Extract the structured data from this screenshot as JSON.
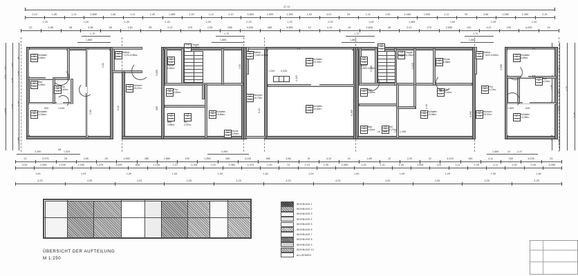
{
  "drawing": {
    "type": "architectural-floor-plan",
    "scale_main": "1:100",
    "overall_width": "47,13",
    "caption_line1": "ÜBERSICHT DER AUFTEILUNG",
    "caption_line2": "M 1:250"
  },
  "dimensions": {
    "overall_top": "47,13",
    "chain_top_1": [
      "2,13",
      "1,36",
      "1,14",
      "3,855",
      "1,08",
      "1,11",
      "1,49",
      "1,485",
      "1,50",
      "1,12",
      "1,10",
      "3,855",
      "1,595",
      "1,355",
      "1,63",
      "4,01",
      "99",
      "1,11",
      "1,53",
      "1,485",
      "1,595",
      "1,11",
      "92",
      "3,88",
      "1,085",
      "1,365",
      "2,15"
    ],
    "chain_top_2": [
      "1,33",
      "2,25",
      "1,09",
      "1,33",
      "1,09",
      "2,25",
      "1,33",
      "2,25",
      "1,09",
      "1,565",
      "1,09",
      "2,25",
      "1,33"
    ],
    "chain_top_3": [
      "22",
      "3,98",
      "28",
      "3,98",
      "28",
      "2,81",
      "28",
      "2,47",
      "275",
      "2,59",
      "288",
      "3,905",
      "485",
      "3,850",
      "12",
      "4,10",
      "24",
      "2,635",
      "28",
      "2,47",
      "275",
      "2,655",
      "120",
      "4,11",
      "155",
      "4,035",
      "24"
    ],
    "chain_top_4": [
      "1,70",
      "1,70",
      "1,70",
      "1,70"
    ],
    "chain_bot_1": [
      "2,390",
      "08",
      "1,525",
      "3,955"
    ],
    "chain_bot_2": [
      "22",
      "3,975",
      "28",
      "3,96",
      "28",
      "1,965",
      "285",
      "1,885",
      "105",
      "1,965",
      "285",
      "3,105",
      "485",
      "3,86",
      "15",
      "4,10",
      "24",
      "1,68",
      "12",
      "2,20",
      "22",
      "4,015",
      "165",
      "4,11",
      "155",
      "4,035",
      "24"
    ],
    "chain_bot_3": [
      "3,29",
      "2,485",
      "1,205",
      "1,095",
      "1,375",
      "1,095",
      "835",
      "1,105",
      "1,37",
      "1,105",
      "1,15",
      "2,480",
      "1,475",
      "1,10",
      "74",
      "1,10",
      "1,45",
      "2,485",
      "1,23",
      "1,11",
      "1,43",
      "1,095",
      "124",
      "1,11",
      "1,35",
      "1,11",
      "1,26",
      "2,48",
      "5,285"
    ],
    "chain_bot_4": [
      "1,60",
      "1,09",
      "1,09",
      "1,09",
      "1,09",
      "1,60",
      "1,09",
      "1,60",
      "1,09",
      "1,09",
      "1,09",
      "1,60"
    ],
    "chain_bot_5": [
      "4,25",
      "4,25",
      "4,25",
      "4,25",
      "4,25",
      "4,25",
      "4,25",
      "4,25",
      "4,25",
      "4,25",
      "4,25"
    ],
    "chain_bot_right": [
      "1,665",
      "10",
      "2,47"
    ],
    "left_vertical": [
      "4,635",
      "2,18",
      "2,16",
      "16",
      "1,87",
      "83",
      "1,60",
      "272",
      "073",
      "1,19",
      "1,395"
    ],
    "right_vertical": [
      "2,10",
      "2,27",
      "22",
      "1,05",
      "1,125",
      "1,73",
      "1,30",
      "1,35",
      "3,235",
      "1,885",
      "8,20"
    ],
    "interior_vertical": [
      "1,52",
      "6,22",
      "2,06",
      "3,855",
      "665",
      "6,285",
      "3,180",
      "2,115",
      "6,290",
      "1,595",
      "1,215",
      "2,40",
      "3,235"
    ]
  },
  "rooms": [
    {
      "id": "r1",
      "name": "Schlafen",
      "area": "8,65m²",
      "wohnung": "W1",
      "code": "1,00",
      "num": "1,04"
    },
    {
      "id": "r2",
      "name": "Bad",
      "area": "4,05m²",
      "wohnung": "W1",
      "code": "1,00",
      "num": "1,03"
    },
    {
      "id": "r3",
      "name": "Flur",
      "area": "4,60m²",
      "wohnung": "W1",
      "code": "1,00",
      "num": "1,05"
    },
    {
      "id": "r4",
      "name": "Schlafen",
      "area": "12,84m²",
      "wohnung": "W1",
      "code": "1,00",
      "num": "1,06"
    },
    {
      "id": "r5",
      "name": "Balkon",
      "area": "7,17/2=3,58m²",
      "wohnung": "W1",
      "code": "1,00",
      "num": "1,08"
    },
    {
      "id": "r6",
      "name": "Wohnen",
      "area": "25,07m²",
      "wohnung": "W1",
      "code": "1,00",
      "num": "1,00"
    },
    {
      "id": "r7",
      "name": "Küche",
      "area": "6,85m²",
      "wohnung": "W2",
      "code": "1,00",
      "num": "1,02"
    },
    {
      "id": "r8",
      "name": "Treppe",
      "area": "11,33m²",
      "wohnung": "",
      "code": "1,00",
      "num": "1,26"
    },
    {
      "id": "r9",
      "name": "Flur",
      "area": "4,80m²",
      "wohnung": "W2",
      "code": "1,00",
      "num": "1,05"
    },
    {
      "id": "r10",
      "name": "Schlafen",
      "area": "10,80m²",
      "wohnung": "W2",
      "code": "1,00",
      "num": "1,04"
    },
    {
      "id": "r11",
      "name": "WC",
      "area": "2,37m²",
      "wohnung": "W2",
      "code": "1,00",
      "num": "1,01"
    },
    {
      "id": "r12",
      "name": "Bad",
      "area": "3,56m²",
      "wohnung": "W2",
      "code": "1,00",
      "num": "1,03"
    },
    {
      "id": "r13",
      "name": "Küche",
      "area": "3,50m²",
      "wohnung": "W3",
      "code": "1,00",
      "num": "1,02"
    },
    {
      "id": "r14",
      "name": "Balkon",
      "area": "7,15/2=3,58m²",
      "wohnung": "W3",
      "code": "1,00",
      "num": "1,08"
    },
    {
      "id": "r15",
      "name": "Wohnen",
      "area": "24,73m²",
      "wohnung": "W3",
      "code": "1,00",
      "num": "1,14"
    },
    {
      "id": "r16",
      "name": "Schlafen",
      "area": "10,40m²",
      "wohnung": "W4",
      "code": "1,00",
      "num": "1,04"
    },
    {
      "id": "r17",
      "name": "Schlafen",
      "area": "16,50m²",
      "wohnung": "W4",
      "code": "1,00",
      "num": "1,06"
    },
    {
      "id": "r18",
      "name": "Balkon",
      "area": "7,25/2=3,63m²",
      "wohnung": "W5",
      "code": "1,00",
      "num": "1,08"
    },
    {
      "id": "r19",
      "name": "Küche",
      "area": "6,89m²",
      "wohnung": "W5",
      "code": "1,00",
      "num": "1,02"
    },
    {
      "id": "r20",
      "name": "Treppe",
      "area": "11,33m²",
      "wohnung": "",
      "code": "1,00",
      "num": "1,26"
    },
    {
      "id": "r21",
      "name": "Flur",
      "area": "4,80m²",
      "wohnung": "W6",
      "code": "1,00",
      "num": "1,05"
    },
    {
      "id": "r22",
      "name": "Küche",
      "area": "6,88m²",
      "wohnung": "W6",
      "code": "1,00",
      "num": "1,02"
    },
    {
      "id": "r23",
      "name": "Bad",
      "area": "4,54m²",
      "wohnung": "W6",
      "code": "1,00",
      "num": "1,03"
    },
    {
      "id": "r24",
      "name": "WC",
      "area": "2,27m²",
      "wohnung": "W6",
      "code": "1,00",
      "num": "1,01"
    },
    {
      "id": "r25",
      "name": "Schlafen",
      "area": "15,98m²",
      "wohnung": "W6",
      "code": "1,00",
      "num": "1,06"
    },
    {
      "id": "r26",
      "name": "Flur",
      "area": "3,40m²",
      "wohnung": "W6",
      "code": "1,00",
      "num": "1,05"
    },
    {
      "id": "r27",
      "name": "Balkon",
      "area": "7,31/2=3,65m²",
      "wohnung": "W7",
      "code": "1,00",
      "num": "1,08"
    },
    {
      "id": "r28",
      "name": "Schlafen",
      "area": "8,55m²",
      "wohnung": "W7",
      "code": "1,00",
      "num": "1,04"
    },
    {
      "id": "r29",
      "name": "Bad",
      "area": "4,19m²",
      "wohnung": "W7",
      "code": "1,00",
      "num": "1,03"
    },
    {
      "id": "r30",
      "name": "Flur",
      "area": "4,70m²",
      "wohnung": "W7",
      "code": "1,00",
      "num": "1,05"
    },
    {
      "id": "r31",
      "name": "Wohnen",
      "area": "25,97m²",
      "wohnung": "W7",
      "code": "1,00",
      "num": "1,00"
    },
    {
      "id": "r32",
      "name": "Schlafen",
      "area": "13,06m²",
      "wohnung": "W7",
      "code": "1,00",
      "num": "1,06"
    },
    {
      "id": "r33",
      "name": "Küche",
      "area": "6,80m²",
      "wohnung": "W5",
      "code": "1,00",
      "num": "1,02"
    },
    {
      "id": "r34",
      "name": "Bad",
      "area": "0,18m²",
      "wohnung": "W5",
      "code": "1,00",
      "num": "1,03"
    }
  ],
  "legend": {
    "items": [
      {
        "label": "WOHNUNG 1",
        "fill": "#3a3a3a"
      },
      {
        "label": "WOHNUNG 2",
        "fill": "#8f8f8f"
      },
      {
        "label": "WOHNUNG 3",
        "fill": "#ffffff"
      },
      {
        "label": "WOHNUNG 4",
        "fill": "#e2e2e2"
      },
      {
        "label": "WOHNUNG 5",
        "fill": "#f6f6f6"
      },
      {
        "label": "WOHNUNG 6",
        "fill": "#b5b5b5"
      },
      {
        "label": "WOHNUNG 7",
        "fill": "#fbfbfb"
      },
      {
        "label": "WOHNUNG 8",
        "fill": "#6e6e6e"
      },
      {
        "label": "WOHNUNG 9",
        "fill": "#d2d2d2"
      },
      {
        "label": "WOHNUNG 10",
        "fill": "#9c9c9c"
      },
      {
        "label": "ALLGEMEIN",
        "fill": "#ffffff"
      }
    ]
  },
  "overview": {
    "caption_line1": "ÜBERSICHT DER AUFTEILUNG",
    "caption_line2": "M 1:250"
  },
  "titleblock": {
    "r1c1": "",
    "r1c2": "",
    "r2c1": "",
    "r2c2": "",
    "r3c1": "",
    "r3c2": ""
  }
}
